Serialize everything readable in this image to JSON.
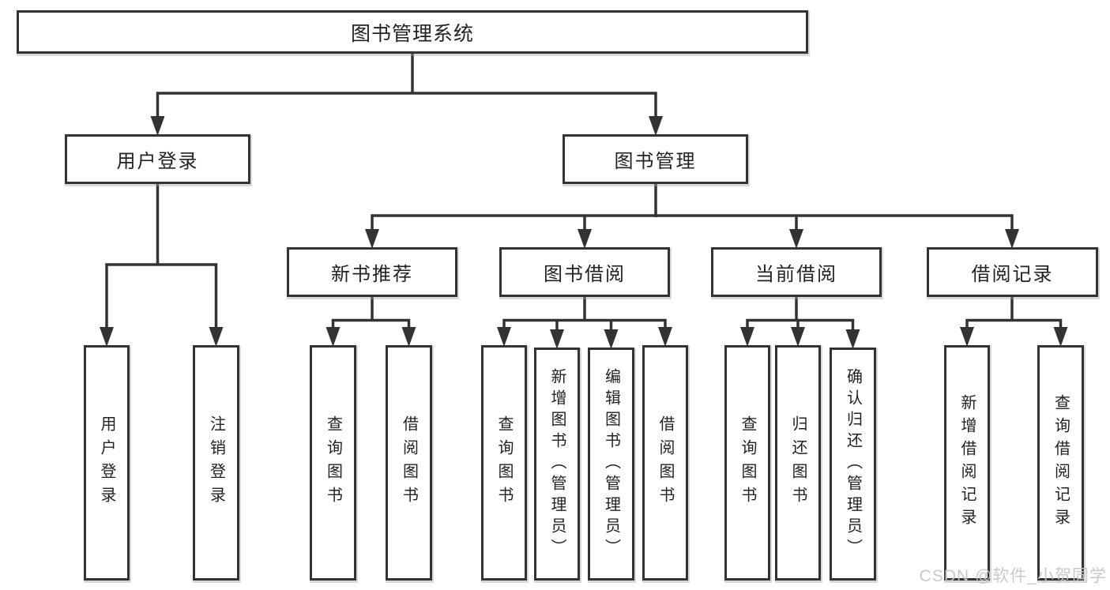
{
  "diagram": {
    "root": {
      "label": "图书管理系统"
    },
    "children": [
      {
        "label": "用户登录",
        "children": [
          {
            "label": "用户登录"
          },
          {
            "label": "注销登录"
          }
        ]
      },
      {
        "label": "图书管理",
        "children": [
          {
            "label": "新书推荐",
            "children": [
              {
                "label": "查询图书"
              },
              {
                "label": "借阅图书"
              }
            ]
          },
          {
            "label": "图书借阅",
            "children": [
              {
                "label": "查询图书"
              },
              {
                "label": "新增图书（管理员）"
              },
              {
                "label": "编辑图书（管理员）"
              },
              {
                "label": "借阅图书"
              }
            ]
          },
          {
            "label": "当前借阅",
            "children": [
              {
                "label": "查询图书"
              },
              {
                "label": "归还图书"
              },
              {
                "label": "确认归还（管理员）"
              }
            ]
          },
          {
            "label": "借阅记录",
            "children": [
              {
                "label": "新增借阅记录"
              },
              {
                "label": "查询借阅记录"
              }
            ]
          }
        ]
      }
    ],
    "line_color": "#333333",
    "box_background": "#ffffff",
    "text_color": "#222222"
  },
  "watermark": {
    "text": "CSDN @软件_小贺同学",
    "color": "#c6c6c6"
  }
}
